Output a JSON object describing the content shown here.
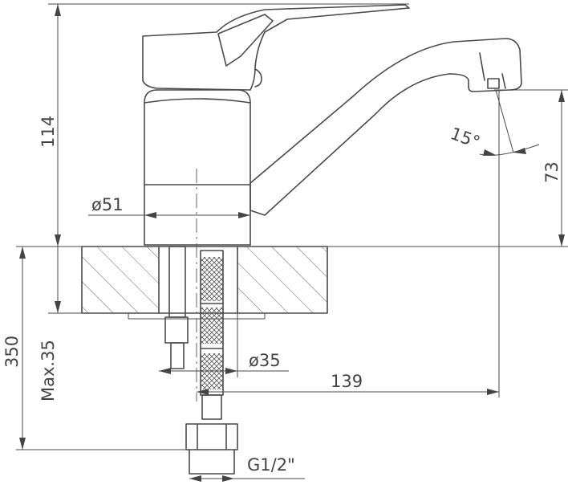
{
  "dimensions": {
    "height_total": "114",
    "spout_height": "73",
    "spout_angle": "15°",
    "body_diameter": "ø51",
    "hole_diameter": "ø35",
    "spout_reach": "139",
    "hose_length": "350",
    "max_thickness": "Max.35",
    "thread": "G1/2\""
  }
}
